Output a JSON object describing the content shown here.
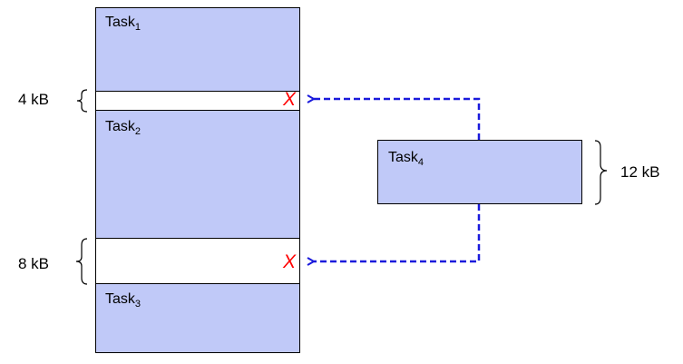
{
  "memory": {
    "task1": {
      "name": "Task",
      "index": "1"
    },
    "hole1": {
      "size": "4 kB",
      "status": "X"
    },
    "task2": {
      "name": "Task",
      "index": "2"
    },
    "hole2": {
      "size": "8 kB",
      "status": "X"
    },
    "task3": {
      "name": "Task",
      "index": "3"
    }
  },
  "incoming": {
    "task4": {
      "name": "Task",
      "index": "4",
      "size": "12 kB"
    }
  },
  "colors": {
    "task_fill": "#c0c9f8",
    "arrow": "#1a1adc",
    "reject_mark": "#ff0000"
  }
}
